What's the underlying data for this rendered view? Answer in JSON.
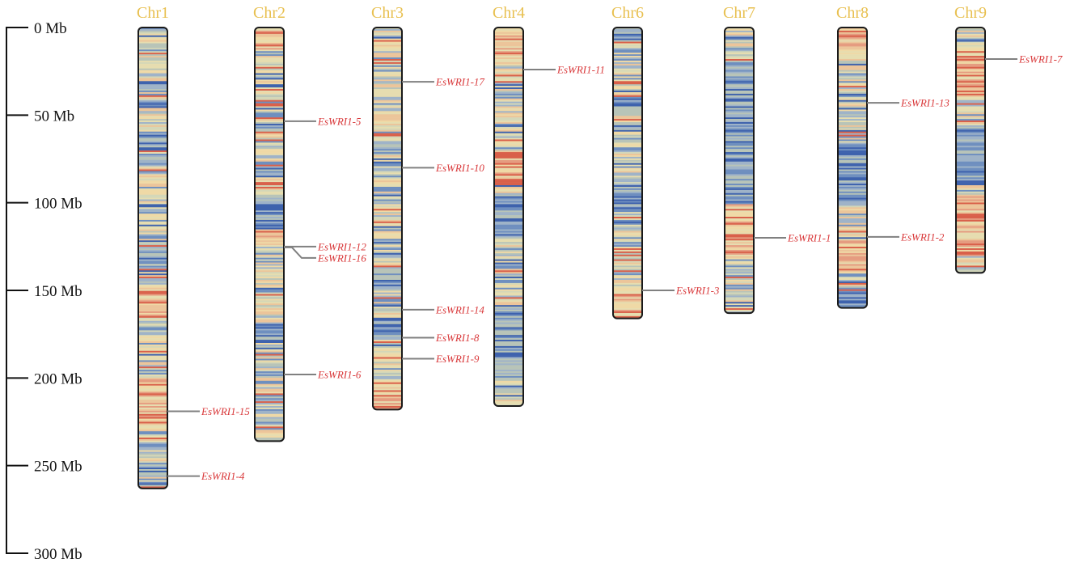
{
  "chart_data": {
    "type": "chromosome-map",
    "unit": "Mb",
    "axis": {
      "range": [
        0,
        300
      ],
      "ticks": [
        0,
        50,
        100,
        150,
        200,
        250,
        300
      ],
      "tick_labels": [
        "0 Mb",
        "50 Mb",
        "100 Mb",
        "150 Mb",
        "200 Mb",
        "250 Mb",
        "300 Mb"
      ]
    },
    "colors": {
      "chr_label": "#e8c050",
      "gene_label": "#d9383a",
      "connector": "#808080",
      "outline": "#1a1a1a",
      "density_low": "#3e62ad",
      "density_mid": "#e6ddb0",
      "density_high": "#d9604a"
    },
    "chromosomes": [
      {
        "name": "Chr1",
        "length": 263
      },
      {
        "name": "Chr2",
        "length": 236
      },
      {
        "name": "Chr3",
        "length": 218
      },
      {
        "name": "Chr4",
        "length": 216
      },
      {
        "name": "Chr6",
        "length": 166
      },
      {
        "name": "Chr7",
        "length": 163
      },
      {
        "name": "Chr8",
        "length": 160
      },
      {
        "name": "Chr9",
        "length": 140
      }
    ],
    "genes": [
      {
        "name": "EsWRI1-15",
        "chr": "Chr1",
        "pos": 219
      },
      {
        "name": "EsWRI1-4",
        "chr": "Chr1",
        "pos": 256
      },
      {
        "name": "EsWRI1-5",
        "chr": "Chr2",
        "pos": 53.5
      },
      {
        "name": "EsWRI1-12",
        "chr": "Chr2",
        "pos": 125
      },
      {
        "name": "EsWRI1-16",
        "chr": "Chr2",
        "pos": 125.5
      },
      {
        "name": "EsWRI1-6",
        "chr": "Chr2",
        "pos": 198
      },
      {
        "name": "EsWRI1-17",
        "chr": "Chr3",
        "pos": 31
      },
      {
        "name": "EsWRI1-10",
        "chr": "Chr3",
        "pos": 80
      },
      {
        "name": "EsWRI1-14",
        "chr": "Chr3",
        "pos": 161
      },
      {
        "name": "EsWRI1-8",
        "chr": "Chr3",
        "pos": 177
      },
      {
        "name": "EsWRI1-9",
        "chr": "Chr3",
        "pos": 189
      },
      {
        "name": "EsWRI1-11",
        "chr": "Chr4",
        "pos": 24
      },
      {
        "name": "EsWRI1-3",
        "chr": "Chr6",
        "pos": 150
      },
      {
        "name": "EsWRI1-1",
        "chr": "Chr7",
        "pos": 120
      },
      {
        "name": "EsWRI1-13",
        "chr": "Chr8",
        "pos": 43
      },
      {
        "name": "EsWRI1-2",
        "chr": "Chr8",
        "pos": 119.5
      },
      {
        "name": "EsWRI1-7",
        "chr": "Chr9",
        "pos": 18
      }
    ]
  }
}
